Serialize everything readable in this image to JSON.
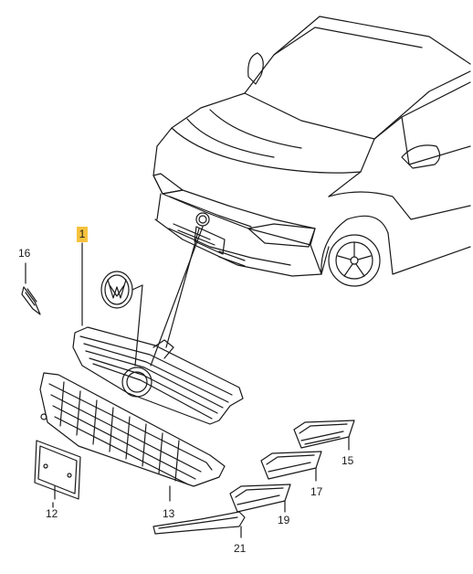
{
  "diagram": {
    "highlight_color": "#f6c23e",
    "line_color": "#1a1a1a",
    "callouts": [
      {
        "id": "1",
        "label": "1"
      },
      {
        "id": "12",
        "label": "12"
      },
      {
        "id": "13",
        "label": "13"
      },
      {
        "id": "15",
        "label": "15"
      },
      {
        "id": "16",
        "label": "16"
      },
      {
        "id": "17",
        "label": "17"
      },
      {
        "id": "19",
        "label": "19"
      },
      {
        "id": "21",
        "label": "21"
      }
    ]
  }
}
